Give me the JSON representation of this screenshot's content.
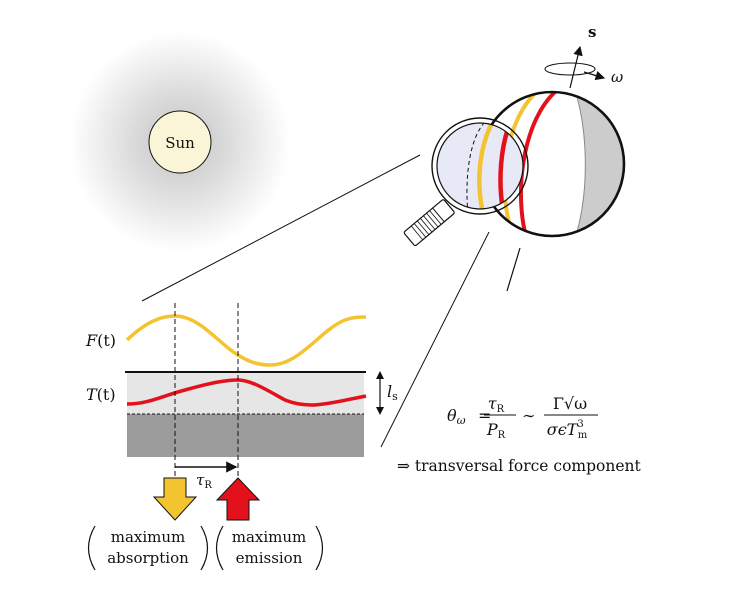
{
  "sun": {
    "label": "Sun"
  },
  "axis": {
    "label": "s",
    "rotation_label": "ω"
  },
  "plot": {
    "flux_label_main": "F",
    "flux_label_arg": "(t)",
    "temp_label_main": "T",
    "temp_label_arg": "(t)",
    "depth_label_main": "l",
    "depth_label_sub": "s",
    "lag_label_main": "τ",
    "lag_label_sub": "R"
  },
  "equation": {
    "lhs_main": "θ",
    "lhs_sub": "ω",
    "eq": "=",
    "frac1_num_main": "τ",
    "frac1_num_sub": "R",
    "frac1_den_main": "P",
    "frac1_den_sub": "R",
    "sim": "∼",
    "frac2_num": "Γ√ω",
    "frac2_den_main": "σϵT",
    "frac2_den_sub": "m",
    "frac2_den_sup": "3"
  },
  "conclusion": "⇒ transversal force component",
  "absorption": {
    "line1": "maximum",
    "line2": "absorption"
  },
  "emission": {
    "line1": "maximum",
    "line2": "emission"
  },
  "colors": {
    "flux": "#f4c430",
    "temperature": "#e3111b",
    "surface_layer": "#e6e6e6",
    "deep_layer": "#9b9b9b",
    "sun_fill": "#fbf5d8",
    "asteroid_shadow": "#cccccc",
    "lens_fill": "#e8e9f6"
  }
}
